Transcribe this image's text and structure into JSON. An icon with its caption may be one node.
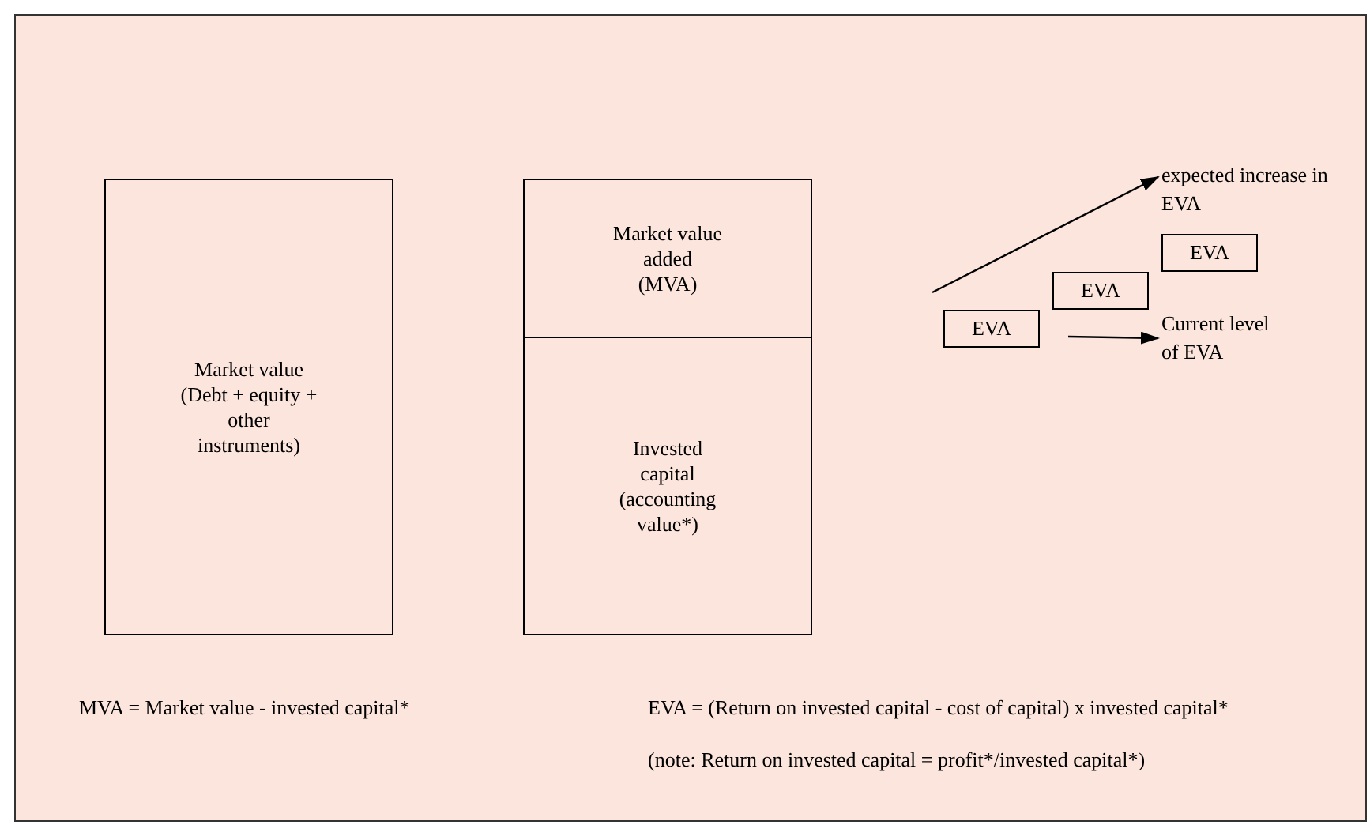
{
  "diagram": {
    "nodes": [
      {
        "text": [
          "Market value (Debt + equity + other instruments)"
        ]
      },
      {
        "text": [
          "Market value added (MVA)"
        ]
      },
      {
        "text": [
          "Invested capital (accounting value*)"
        ]
      },
      {
        "text": [
          "expected increase in EVA"
        ]
      },
      {
        "text": [
          "EVA"
        ]
      },
      {
        "text": [
          "EVA"
        ]
      },
      {
        "text": [
          "EVA"
        ]
      },
      {
        "text": [
          "Current level of EVA"
        ]
      }
    ],
    "edges": [
      {
        "from": null,
        "to": 3,
        "arrow": "to"
      },
      {
        "from": null,
        "to": 7,
        "arrow": "to"
      }
    ],
    "labels": [
      "MVA = Market value - invested capital*",
      "EVA = (Return on invested capital - cost of capital) x invested capital*",
      "(note: Return on invested capital = profit*/invested capital*)"
    ]
  }
}
